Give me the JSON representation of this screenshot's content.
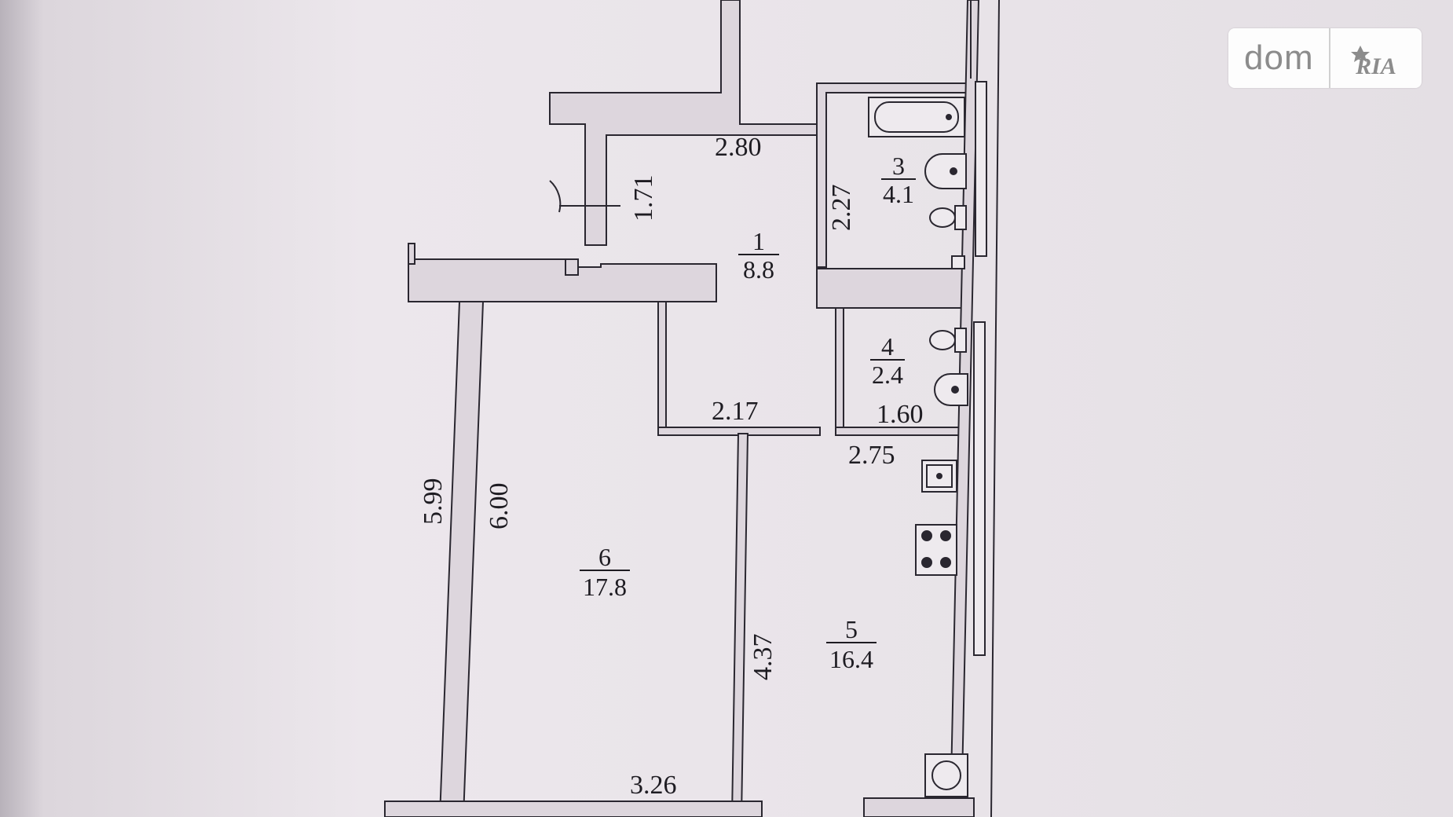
{
  "rooms": [
    {
      "id": "1",
      "area": "8.8"
    },
    {
      "id": "3",
      "area": "4.1"
    },
    {
      "id": "4",
      "area": "2.4"
    },
    {
      "id": "5",
      "area": "16.4"
    },
    {
      "id": "6",
      "area": "17.8"
    }
  ],
  "dimensions": {
    "hall_width": "2.80",
    "hall_length": "1.71",
    "bath_length": "2.27",
    "corridor_width": "2.17",
    "wc_width": "1.60",
    "kitchen_width": "2.75",
    "kitchen_length": "4.37",
    "room_outer_length": "5.99",
    "room_inner_length": "6.00",
    "room_width": "3.26"
  },
  "watermark": {
    "text": "dom",
    "brand": "RIA"
  },
  "colors": {
    "background": "#e9e4e9",
    "wall": "#ddd6dd",
    "line": "#2a2730"
  }
}
